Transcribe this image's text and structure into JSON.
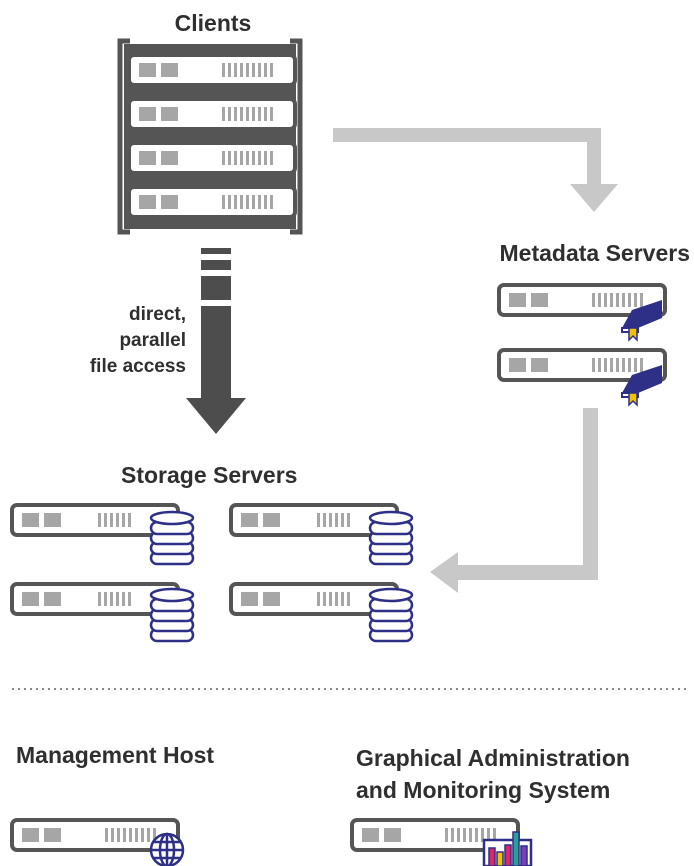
{
  "labels": {
    "clients": "Clients",
    "metadata_servers": "Metadata Servers",
    "storage_servers": "Storage Servers",
    "management_host": "Management Host",
    "gui_line1": "Graphical Administration",
    "gui_line2": "and Monitoring System"
  },
  "arrow_label": {
    "line1": "direct,",
    "line2": "parallel",
    "line3": "file access"
  },
  "icons": {
    "metadata": "book-icon",
    "storage": "database-icon",
    "management": "globe-icon",
    "monitoring": "bar-chart-icon"
  },
  "colors": {
    "server_outline": "#555555",
    "server_light": "#a6a6a6",
    "arrow_dark": "#4d4d4d",
    "arrow_light": "#c8c8c8",
    "accent_blue": "#2e2f86",
    "accent_yellow": "#f2c200",
    "dotted_separator": "#888888"
  }
}
